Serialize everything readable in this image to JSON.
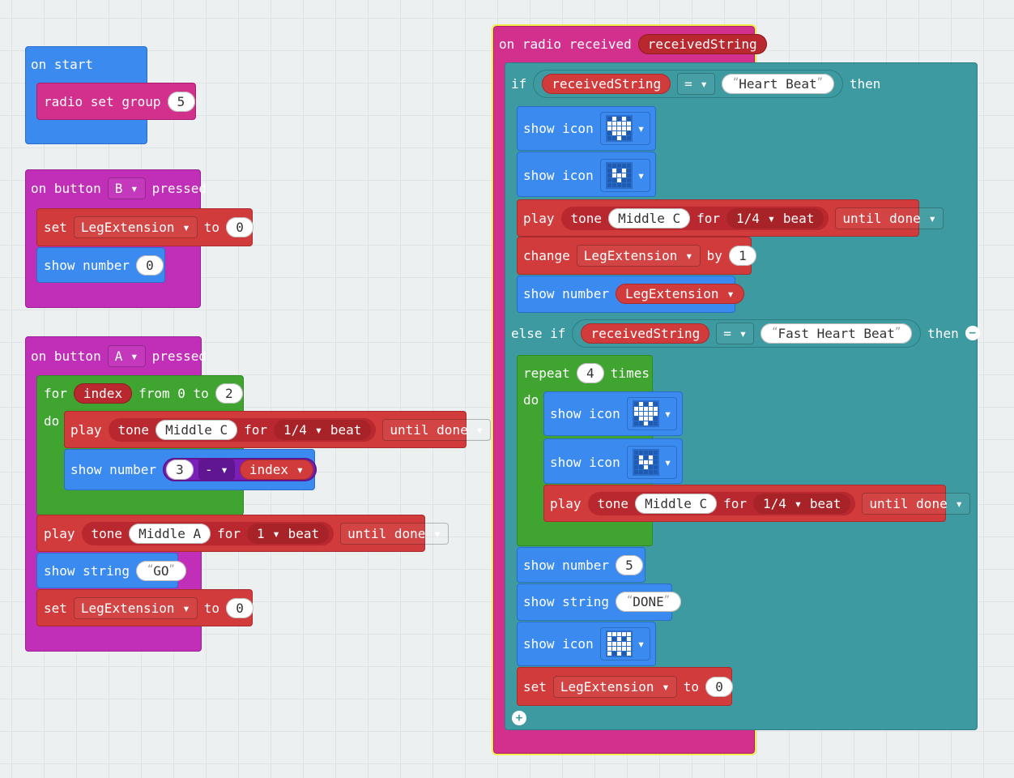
{
  "colors": {
    "event": "#3a8af0",
    "pink": "#c12fb9",
    "radio": "#d32f8c",
    "music_var": "#d13b3b",
    "loops": "#3fa530",
    "logic": "#3d9aa0",
    "math": "#7b1fb9",
    "selection": "#f6e94a"
  },
  "on_start": {
    "title": "on start",
    "radio_set_group": "radio set group",
    "group_value": "5"
  },
  "on_button_b": {
    "on_button": "on button",
    "button": "B",
    "pressed": "pressed",
    "set": "set",
    "var": "LegExtension",
    "to": "to",
    "set_value": "0",
    "show_number": "show number",
    "number_value": "0"
  },
  "on_button_a": {
    "on_button": "on button",
    "button": "A",
    "pressed": "pressed",
    "for": "for",
    "index_var": "index",
    "from": "from 0 to",
    "to_value": "2",
    "do": "do",
    "play": "play",
    "tone": "tone",
    "note": "Middle C",
    "for_label": "for",
    "beat_value": "1/4",
    "beat": "beat",
    "until_done": "until done",
    "show_number": "show number",
    "math_left": "3",
    "math_op": "-",
    "math_right": "index",
    "play2": "play",
    "tone2": "tone",
    "note2": "Middle A",
    "for2": "for",
    "beat_value2": "1",
    "beat2": "beat",
    "until_done2": "until done",
    "show_string": "show string",
    "string_value": "GO",
    "set": "set",
    "var": "LegExtension",
    "to": "to",
    "set_value": "0"
  },
  "on_radio": {
    "title": "on radio received",
    "param": "receivedString",
    "if": "if",
    "cmp_left": "receivedString",
    "cmp_op": "=",
    "cmp_right": "Heart Beat",
    "then": "then",
    "show_icon_1": "show icon",
    "show_icon_2": "show icon",
    "play": "play",
    "tone": "tone",
    "note": "Middle C",
    "for": "for",
    "beat_value": "1/4",
    "beat": "beat",
    "until_done": "until done",
    "change": "change",
    "change_var": "LegExtension",
    "by": "by",
    "by_value": "1",
    "show_number": "show number",
    "show_number_var": "LegExtension",
    "else_if": "else if",
    "cmp2_left": "receivedString",
    "cmp2_op": "=",
    "cmp2_right": "Fast Heart Beat",
    "then2": "then",
    "repeat": "repeat",
    "repeat_value": "4",
    "times": "times",
    "do": "do",
    "rep_show_icon_1": "show icon",
    "rep_show_icon_2": "show icon",
    "rep_play": "play",
    "rep_tone": "tone",
    "rep_note": "Middle C",
    "rep_for": "for",
    "rep_beat_value": "1/4",
    "rep_beat": "beat",
    "rep_until_done": "until done",
    "show_number2": "show number",
    "show_number2_value": "5",
    "show_string": "show string",
    "string_value": "DONE",
    "show_icon_3": "show icon",
    "set": "set",
    "set_var": "LegExtension",
    "to": "to",
    "set_value": "0"
  }
}
